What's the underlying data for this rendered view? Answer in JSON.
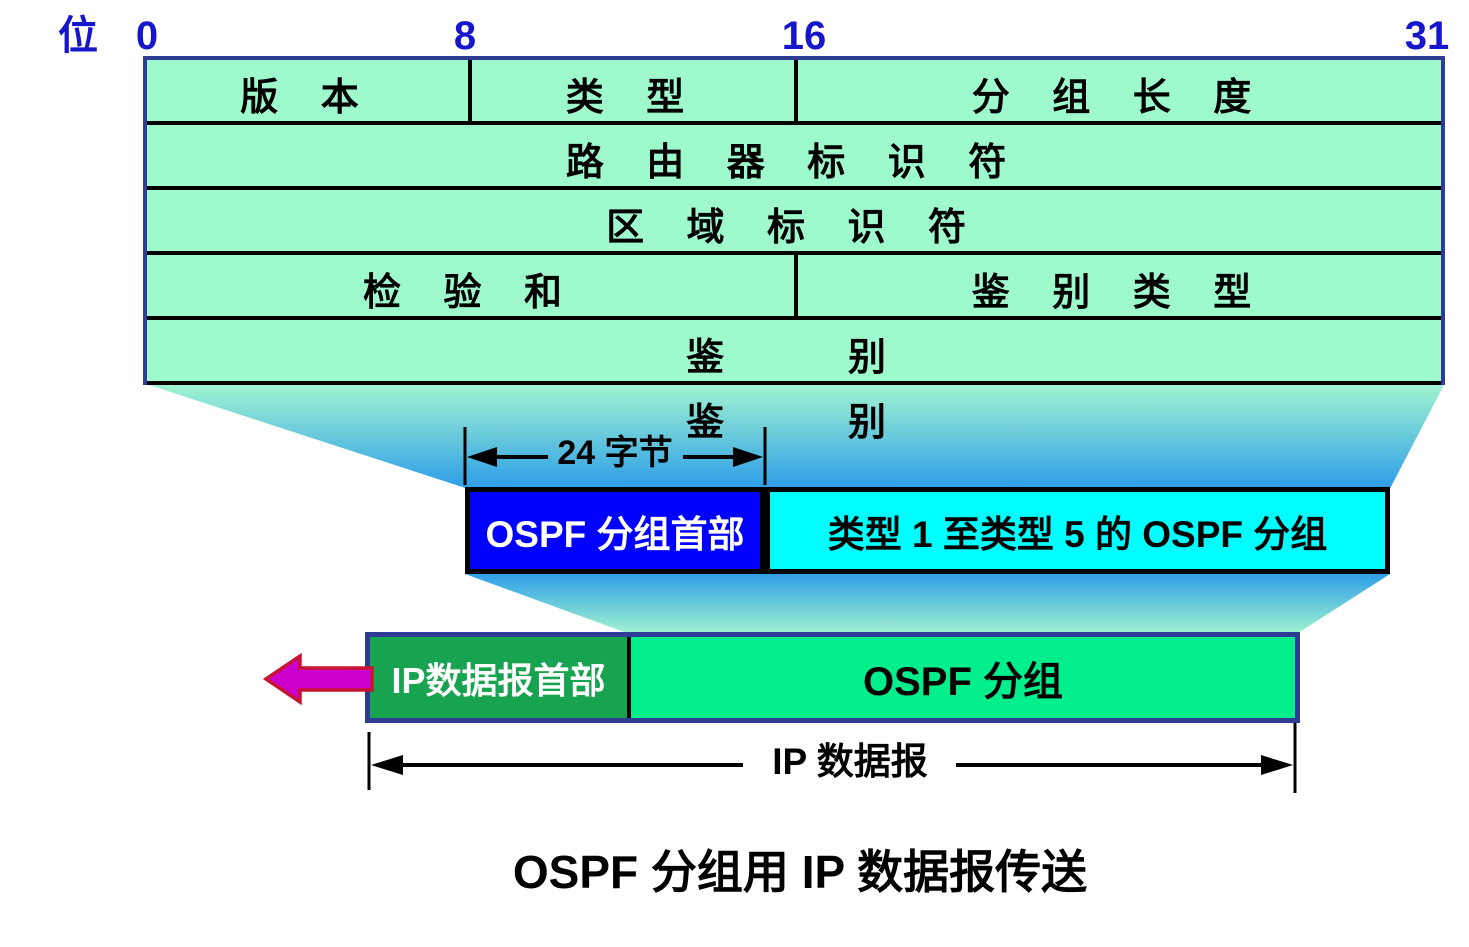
{
  "colors": {
    "table_fill": "#9EF9CD",
    "navy": "#2E3C96",
    "bit_blue": "#1616CC",
    "funnel_mint": "#A2F5D0",
    "funnel_blue": "#2E9EE7",
    "ospf_header_fill": "#0000FE",
    "ospf_body_fill": "#00FEFE",
    "ip_header_fill": "#17A34F",
    "ospf_packet_fill": "#00EE8C",
    "arrow_fill": "#CC00CC",
    "arrow_stroke": "#C81432"
  },
  "scale": {
    "bit_label": "位",
    "tick_0": "0",
    "tick_8": "8",
    "tick_16": "16",
    "tick_31": "31"
  },
  "header_table": {
    "rows": [
      {
        "cells": [
          {
            "label": "版 本"
          },
          {
            "label": "类 型"
          },
          {
            "label": "分 组 长 度"
          }
        ]
      },
      {
        "cells": [
          {
            "label": "路 由 器 标 识 符"
          }
        ]
      },
      {
        "cells": [
          {
            "label": "区 域 标 识 符"
          }
        ]
      },
      {
        "cells": [
          {
            "label": "检 验 和"
          },
          {
            "label": "鉴 别 类 型"
          }
        ]
      },
      {
        "cells": [
          {
            "label": "鉴　　别"
          }
        ]
      },
      {
        "cells": [
          {
            "label": "鉴　　别"
          }
        ]
      }
    ]
  },
  "dim24": {
    "label": "24 字节"
  },
  "ospf_bar": {
    "header_label": "OSPF 分组首部",
    "body_label": "类型 1 至类型 5 的 OSPF 分组"
  },
  "ip_bar": {
    "header_label": "IP数据报首部",
    "body_label": "OSPF 分组"
  },
  "dim_ip": {
    "label": "IP 数据报"
  },
  "caption": "OSPF 分组用 IP 数据报传送"
}
